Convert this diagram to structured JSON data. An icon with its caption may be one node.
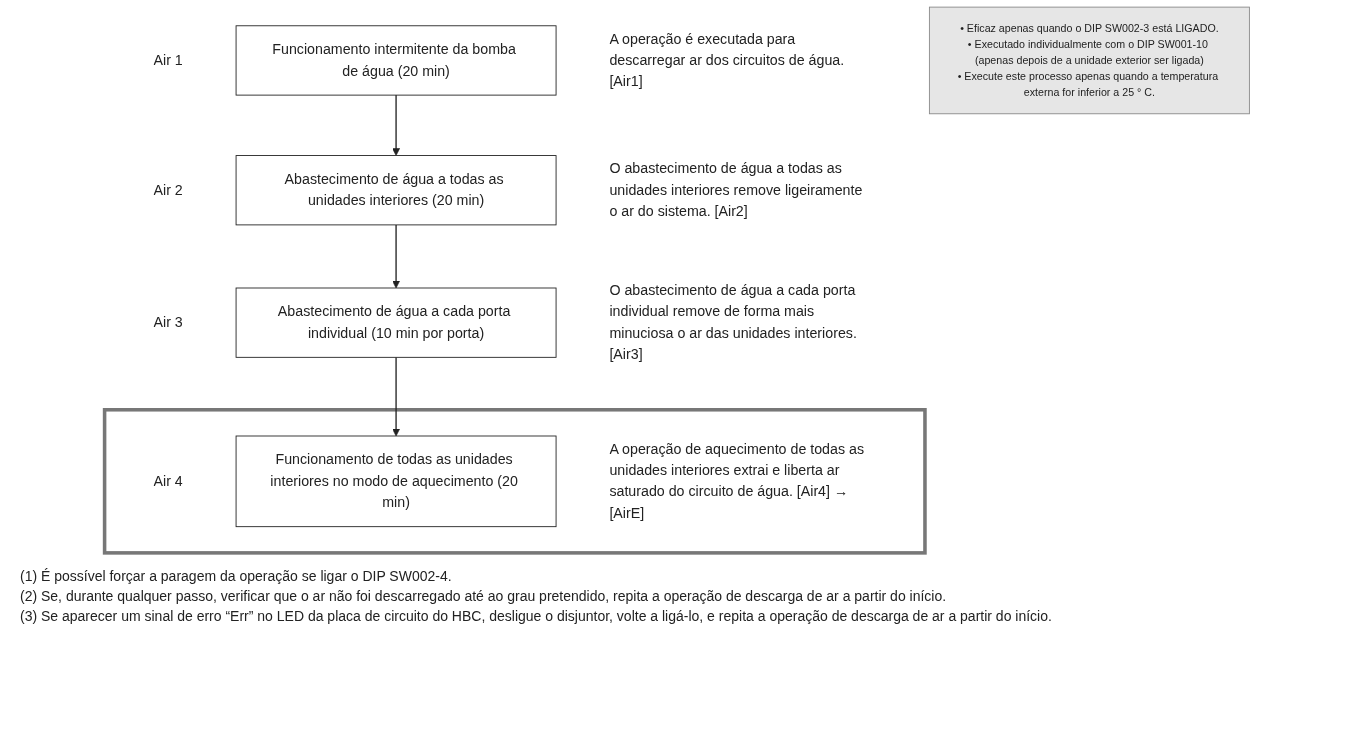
{
  "diagram": {
    "nodes": [
      {
        "text": [
          "Funcionamento intermitente da bomba de água (20 min)"
        ],
        "beside": [
          "Air 1",
          "A operação é executada para descarregar ar dos circuitos de água. [Air1]"
        ]
      },
      {
        "text": [
          "Abastecimento de água a todas as unidades interiores (20 min)"
        ],
        "beside": [
          "Air 2",
          "O abastecimento de água a todas as unidades interiores remove ligeiramente o ar do sistema. [Air2]"
        ]
      },
      {
        "text": [
          "Abastecimento de água a cada porta individual (10 min por porta)"
        ],
        "beside": [
          "Air 3",
          "O abastecimento de água a cada porta individual remove de forma mais minuciosa o ar das unidades interiores. [Air3]"
        ]
      },
      {
        "text": [],
        "shape": "box"
      },
      {
        "text": [
          "Funcionamento de todas as unidades interiores no modo de aquecimento (20 min)"
        ],
        "in": 3,
        "beside": [
          "Air 4",
          "A operação de aquecimento de todas as unidades interiores extrai e liberta ar saturado do circuito de água. [Air4] → [AirE]"
        ]
      },
      {
        "text": [
          "• Eficaz apenas quando o DIP SW002-3 está LIGADO.",
          "• Executado individualmente com o DIP SW001-10 (apenas depois de a unidade exterior ser ligada)",
          "• Execute este processo apenas quando a temperatura externa for inferior a 25 ° C."
        ]
      }
    ],
    "edges": [
      {
        "from": 0,
        "to": 1,
        "arrow": "to"
      },
      {
        "from": 1,
        "to": 2,
        "arrow": "to"
      },
      {
        "from": 2,
        "to": 4,
        "arrow": "to"
      }
    ],
    "labels": [
      "(1) É possível forçar a paragem da operação se ligar o DIP SW002-4.",
      "(2) Se, durante qualquer passo, verificar que o ar não foi descarregado até ao grau pretendido, repita a operação de descarga de ar a partir do início.",
      "(3) Se aparecer um sinal de erro “Err” no LED da placa de circuito do HBC, desligue o disjuntor, volte a ligá-lo, e repita a operação de descarga de ar a partir do início."
    ]
  }
}
